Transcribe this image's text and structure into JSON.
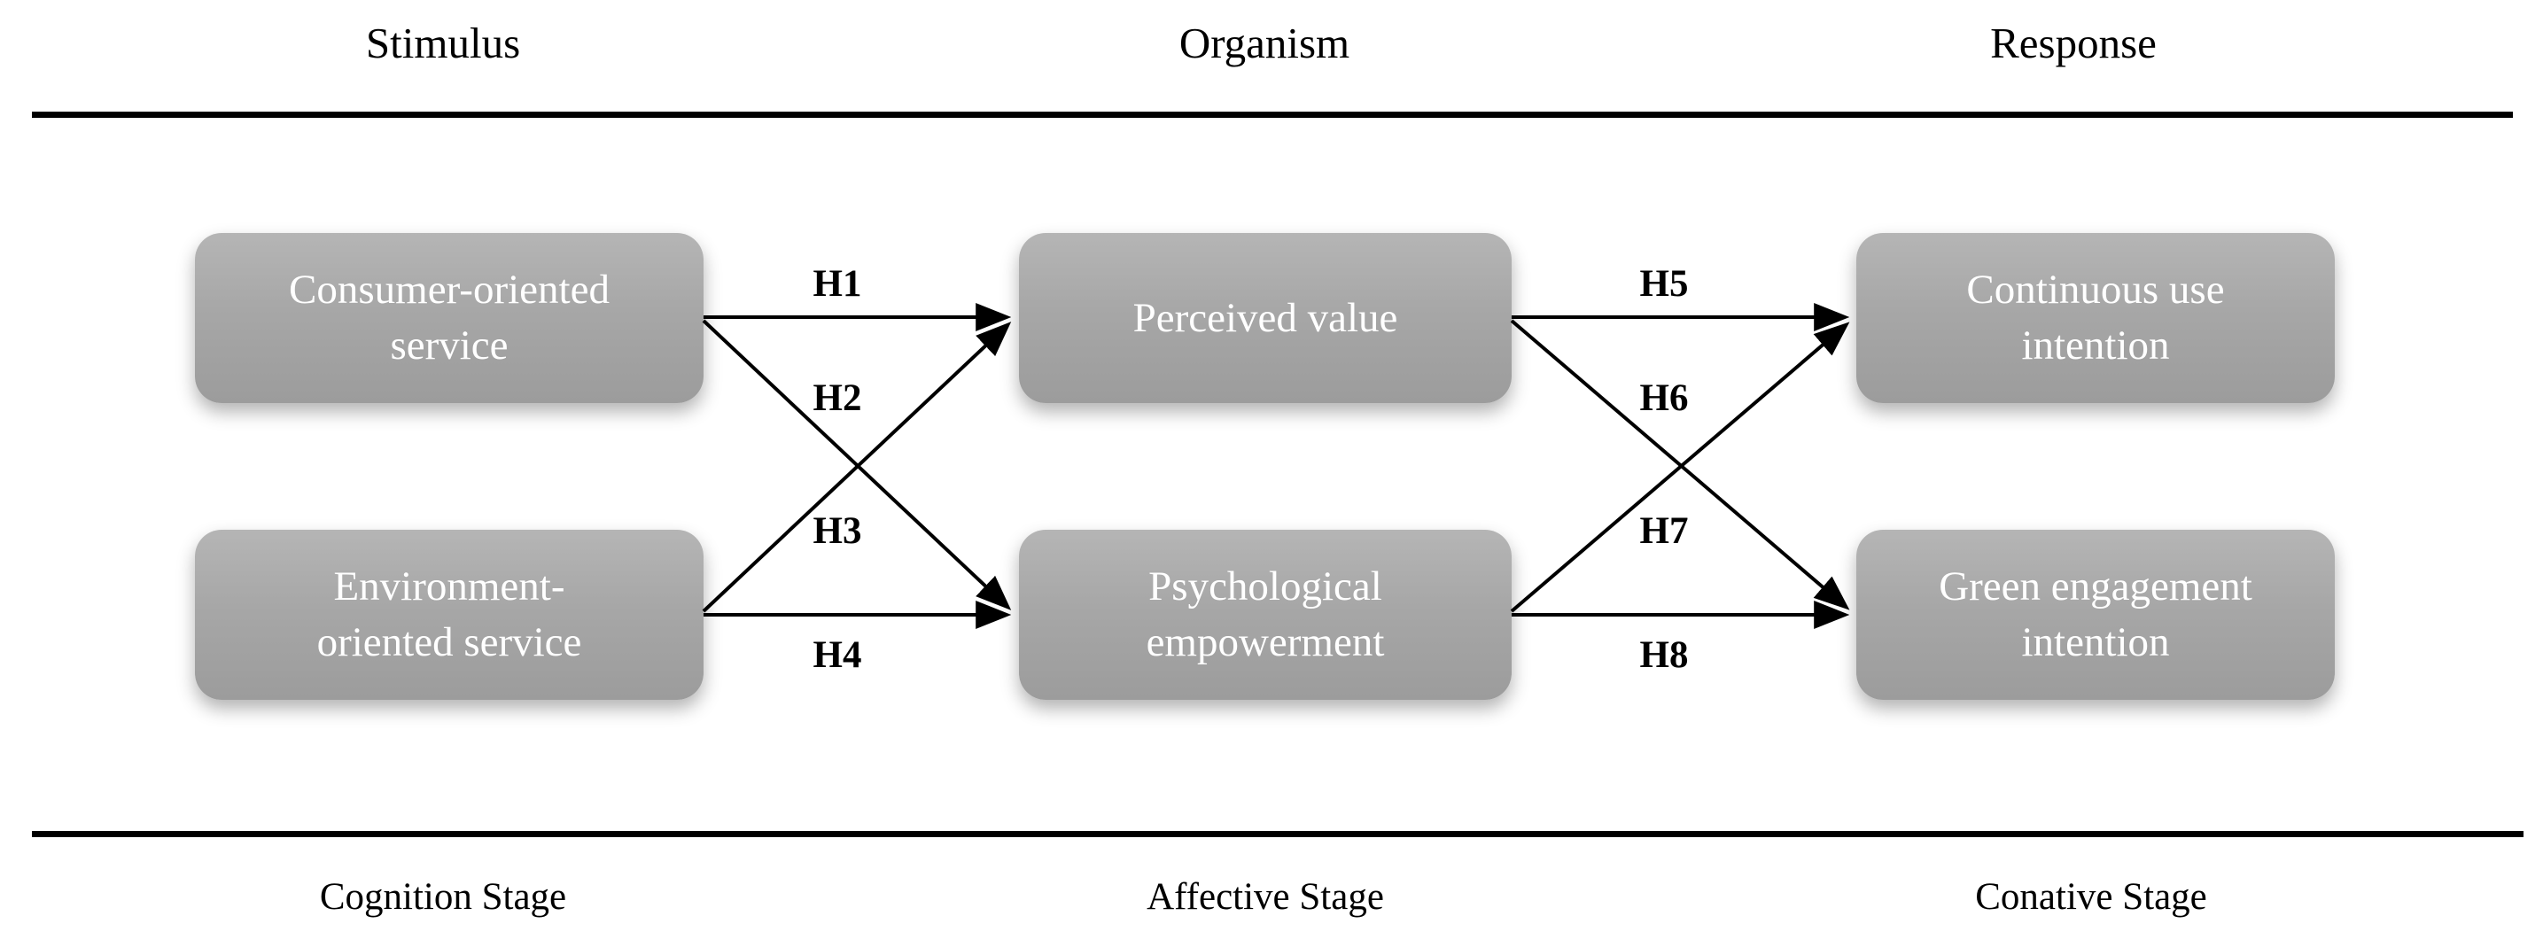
{
  "figure": {
    "columns": [
      {
        "header": "Stimulus",
        "stage": "Cognition Stage"
      },
      {
        "header": "Organism",
        "stage": "Affective Stage"
      },
      {
        "header": "Response",
        "stage": "Conative Stage"
      }
    ],
    "boxes": [
      {
        "id": "consumer-oriented-service",
        "label": "Consumer-oriented\nservice"
      },
      {
        "id": "environment-oriented-service",
        "label": "Environment-\noriented service"
      },
      {
        "id": "perceived-value",
        "label": "Perceived value"
      },
      {
        "id": "psychological-empowerment",
        "label": "Psychological\nempowerment"
      },
      {
        "id": "continuous-use-intention",
        "label": "Continuous use\nintention"
      },
      {
        "id": "green-engagement-intention",
        "label": "Green engagement\nintention"
      }
    ],
    "hypotheses": [
      {
        "id": "h1",
        "label": "H1"
      },
      {
        "id": "h2",
        "label": "H2"
      },
      {
        "id": "h3",
        "label": "H3"
      },
      {
        "id": "h4",
        "label": "H4"
      },
      {
        "id": "h5",
        "label": "H5"
      },
      {
        "id": "h6",
        "label": "H6"
      },
      {
        "id": "h7",
        "label": "H7"
      },
      {
        "id": "h8",
        "label": "H8"
      }
    ],
    "colors": {
      "background": "#ffffff",
      "box_gradient_top": "#b5b5b5",
      "box_gradient_bottom": "#9c9c9c",
      "box_text": "#ffffff",
      "line": "#000000",
      "label_text": "#000000"
    }
  }
}
